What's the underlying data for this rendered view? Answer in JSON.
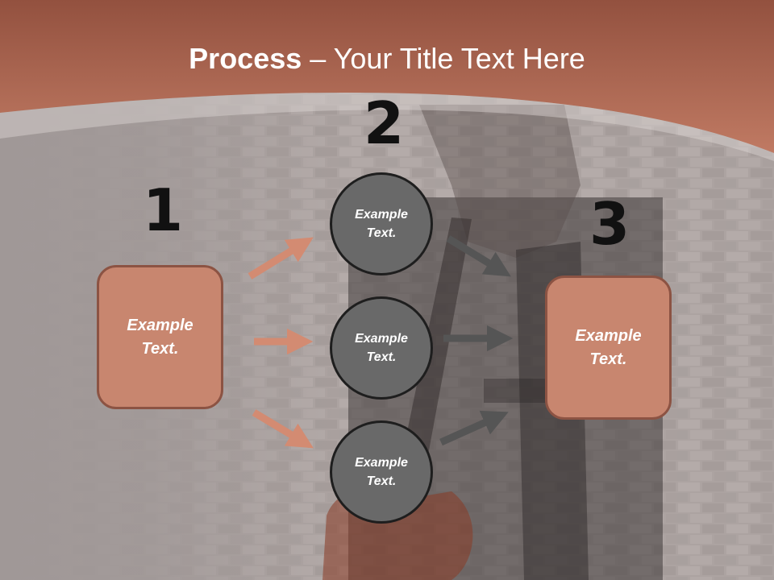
{
  "title": {
    "bold": "Process",
    "rest": " – Your Title Text Here"
  },
  "steps": [
    {
      "number": "1",
      "label": "Example\nText."
    },
    {
      "number": "2",
      "label": "Example\nText."
    },
    {
      "number": "3",
      "label": "Example\nText."
    }
  ],
  "circles": [
    {
      "label": "Example\nText."
    },
    {
      "label": "Example\nText."
    },
    {
      "label": "Example\nText."
    }
  ],
  "colors": {
    "header": "#b66f59",
    "box_fill": "#c8866f",
    "box_border": "#8c5343",
    "circle_fill": "#696969",
    "salmon_arrow": "#d38b72",
    "gray_arrow": "#555555"
  }
}
